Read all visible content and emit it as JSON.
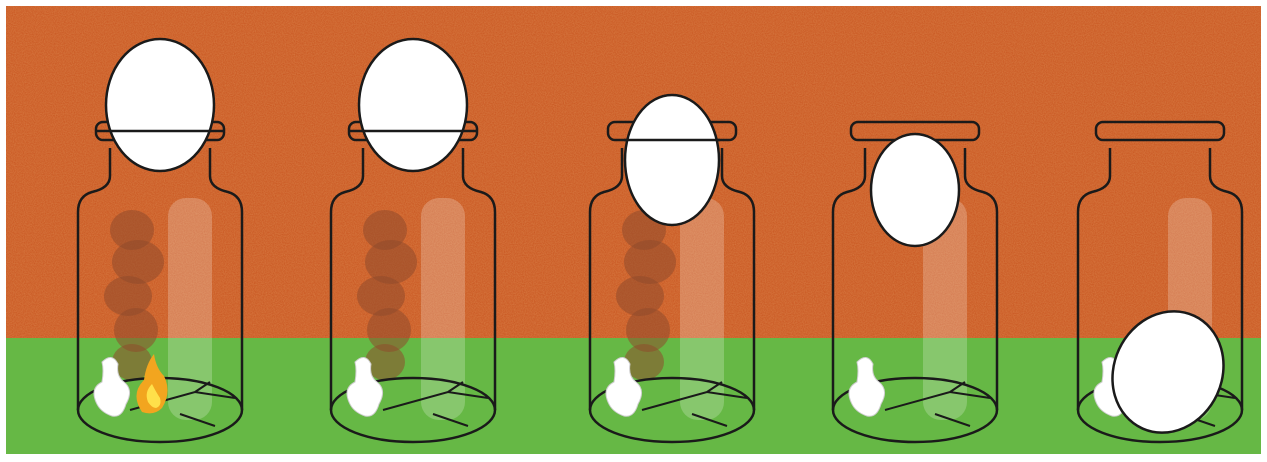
{
  "scene": {
    "description_free": true,
    "colors": {
      "background_top": "#c8531e",
      "background_bottom": "#66b845",
      "jar_outline": "#1a1a1a",
      "egg_fill": "#ffffff",
      "smoke": "#8f4a2c",
      "flame_outer": "#f2a51f",
      "flame_inner": "#ffe04a",
      "paper": "#ffffff"
    },
    "stages": [
      {
        "id": 1,
        "egg_position": "on-rim",
        "fire": true,
        "smoke": true
      },
      {
        "id": 2,
        "egg_position": "on-rim",
        "fire": false,
        "smoke": true
      },
      {
        "id": 3,
        "egg_position": "entering-neck",
        "fire": false,
        "smoke": true
      },
      {
        "id": 4,
        "egg_position": "inside-upper",
        "fire": false,
        "smoke": false
      },
      {
        "id": 5,
        "egg_position": "bottom",
        "fire": false,
        "smoke": false
      }
    ]
  }
}
